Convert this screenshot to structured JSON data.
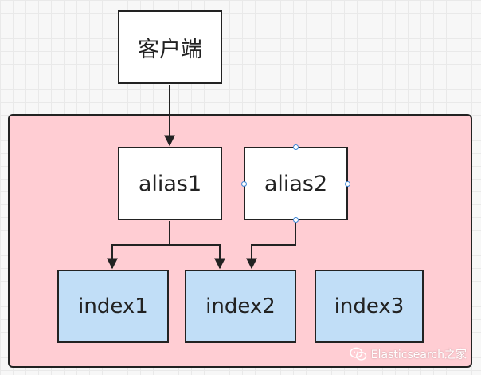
{
  "client": {
    "label": "客户端"
  },
  "aliases": [
    {
      "label": "alias1"
    },
    {
      "label": "alias2"
    }
  ],
  "indices": [
    {
      "label": "index1"
    },
    {
      "label": "index2"
    },
    {
      "label": "index3"
    }
  ],
  "watermark": {
    "icon": "wechat-icon",
    "text": "Elasticsearch之家"
  },
  "colors": {
    "container_fill": "#ffcdd3",
    "index_fill": "#c1def7",
    "node_fill": "#ffffff",
    "stroke": "#222222",
    "selection_handle": "#3d86d6"
  }
}
